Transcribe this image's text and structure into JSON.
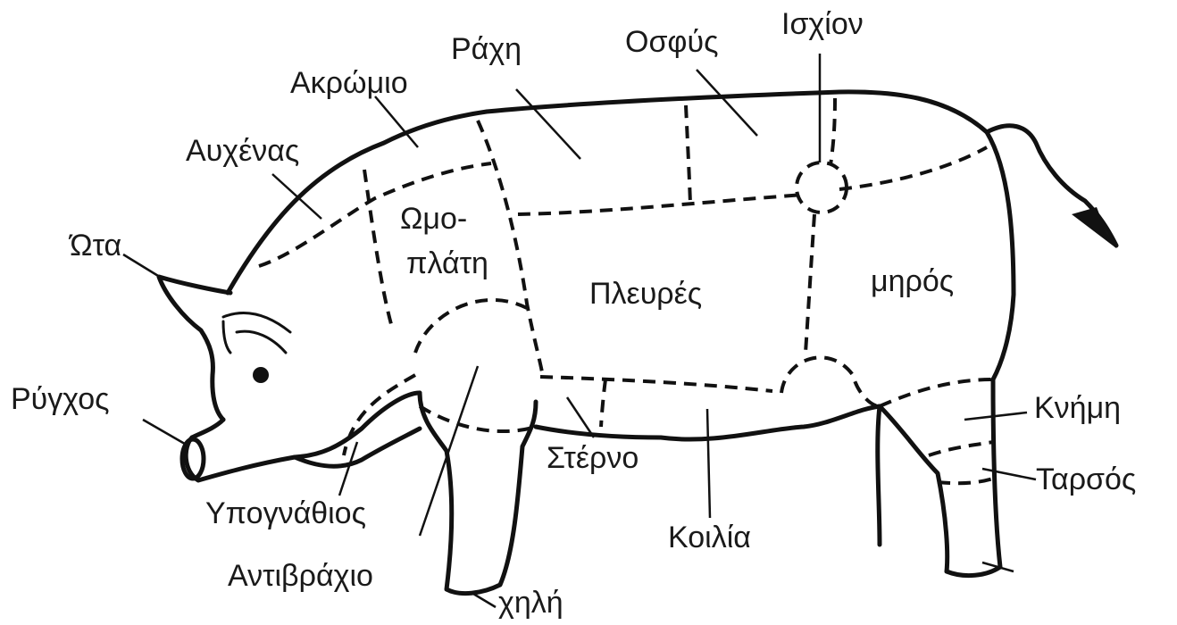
{
  "labels": {
    "ears": "Ώτα",
    "neck": "Αυχένας",
    "shoulder_top": "Ακρώμιο",
    "back": "Ράχη",
    "loin": "Οσφύς",
    "hip": "Ισχίον",
    "scapula_line1": "Ωμο-",
    "scapula_line2": "πλάτη",
    "ribs": "Πλευρές",
    "thigh": "μηρός",
    "snout": "Ρύγχος",
    "jowl": "Υπογνάθιος",
    "forearm": "Αντιβράχιο",
    "hoof": "χηλή",
    "sternum": "Στέρνο",
    "belly": "Κοιλία",
    "shank": "Κνήμη",
    "tarsus": "Ταρσός"
  }
}
